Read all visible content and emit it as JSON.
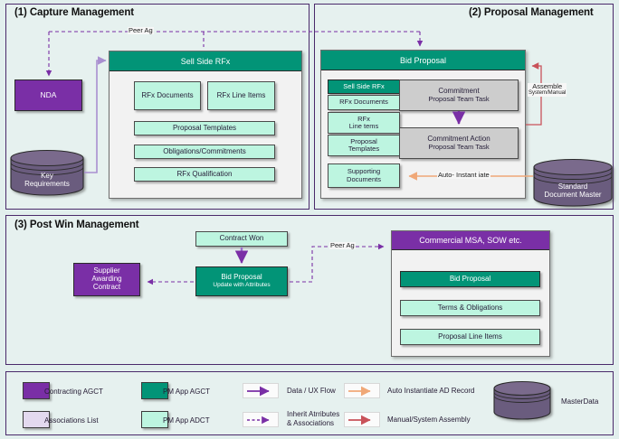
{
  "panels": [
    {
      "title": "(1) Capture Management"
    },
    {
      "title": "(2) Proposal Management"
    },
    {
      "title": "(3) Post Win Management"
    }
  ],
  "capture": {
    "nda": "NDA",
    "key_requirements": "Key\nRequirements",
    "key_requirements_line1": "Key",
    "key_requirements_line2": "Requirements",
    "sell_side_rfx": "Sell Side RFx",
    "items": [
      "RFx Documents",
      "RFx Line Items",
      "Proposal Templates",
      "Obligations/Commitments",
      "RFx Qualification"
    ],
    "peer_ag_label": "Peer Ag"
  },
  "proposal": {
    "bid_proposal": "Bid Proposal",
    "stack": [
      "Sell Side RFx",
      "RFx Documents",
      "RFx\nLine tems",
      "Proposal\nTemplates",
      "Supporting\nDocuments"
    ],
    "stack_lines": {
      "rfx_line_items_1": "RFx",
      "rfx_line_items_2": "Line tems",
      "proposal_templates_1": "Proposal",
      "proposal_templates_2": "Templates",
      "supporting_docs_1": "Supporting",
      "supporting_docs_2": "Documents"
    },
    "tasks": [
      {
        "line1": "Commitment",
        "line2": "Proposal Team Task"
      },
      {
        "line1": "Commitment Action",
        "line2": "Proposal Team Task"
      }
    ],
    "assemble_label": "Assemble",
    "assemble_sub": "System/Manual",
    "auto_instantiate_label": "Auto- Instant iate",
    "standard_doc_master_1": "Standard",
    "standard_doc_master_2": "Document Master"
  },
  "postwin": {
    "contract_won": "Contract Won",
    "bid_proposal_line1": "Bid Proposal",
    "bid_proposal_line2": "Update with Attributes",
    "supplier_1": "Supplier",
    "supplier_2": "Awarding",
    "supplier_3": "Contract",
    "commercial_msa": "Commercial MSA, SOW etc.",
    "items": [
      "Bid Proposal",
      "Terms & Obligations",
      "Proposal Line Items"
    ],
    "peer_ag_label": "Peer Ag"
  },
  "legend": {
    "swatches": [
      {
        "label": "Contracting AGCT",
        "color": "#7a2fa6"
      },
      {
        "label": "Associations List",
        "color": "#e3d9ef"
      },
      {
        "label": "PM App AGCT",
        "color": "#029477"
      },
      {
        "label": "PM App ADCT",
        "color": "#bdf5e0"
      }
    ],
    "arrows": [
      {
        "label": "Data / UX Flow",
        "color": "#7a2fa6",
        "style": "solid"
      },
      {
        "label_line1": "Inherit Atrributes",
        "label_line2": "& Associations",
        "color": "#7a2fa6",
        "style": "dashed"
      },
      {
        "label": "Auto Instantiate AD Record",
        "color": "#f0a878",
        "style": "solid"
      },
      {
        "label": "Manual/System Assembly",
        "color": "#c9525a",
        "style": "solid"
      }
    ],
    "masterdata": "MasterData"
  },
  "colors": {
    "agct_purple": "#7a2fa6",
    "pm_green": "#029477",
    "pm_mint": "#bdf5e0",
    "assoc_lilac": "#e3d9ef",
    "cylinder": "#6b5b7e",
    "panel_border": "#4a2a6b",
    "panel_bg": "#e6f1ef",
    "orange": "#f0a878",
    "red": "#c9525a",
    "light_purple_line": "#a98fd0"
  }
}
